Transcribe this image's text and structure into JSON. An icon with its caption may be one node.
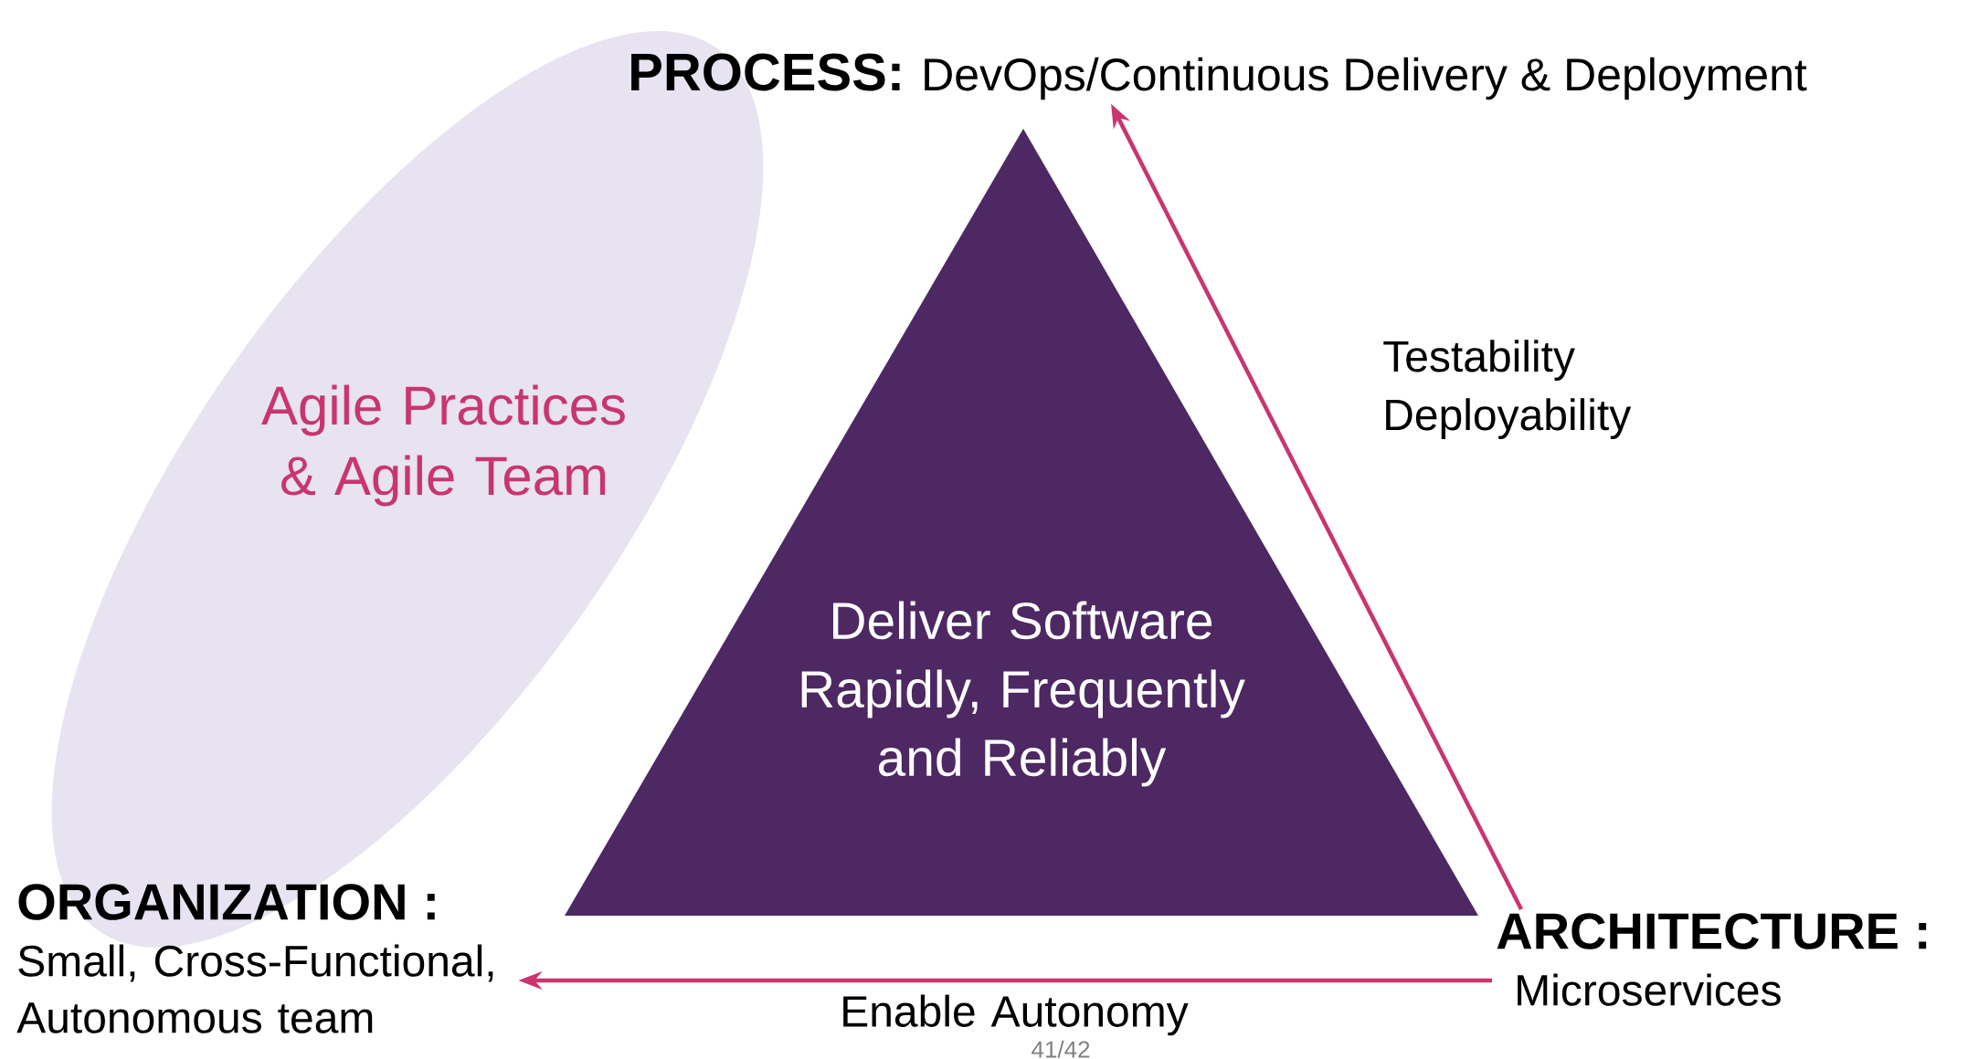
{
  "diagram": {
    "nodes": [
      {
        "text": [
          "PROCESS:",
          "DevOps/Continuous Delivery & Deployment"
        ]
      },
      {
        "text": [
          "Agile Practices & Agile Team"
        ]
      },
      {
        "text": [
          "Deliver Software Rapidly, Frequently and Reliably"
        ]
      },
      {
        "text": [
          "ORGANIZATION :",
          "Small, Cross-Functional, Autonomous team"
        ]
      },
      {
        "text": [
          "ARCHITECTURE :",
          "Microservices"
        ]
      }
    ],
    "edges": [
      {
        "from": 4,
        "to": 0,
        "arrow": "to",
        "label": "Testability Deployability"
      },
      {
        "from": 4,
        "to": 3,
        "arrow": "to",
        "label": "Enable Autonomy"
      }
    ],
    "labels": [
      "41/42"
    ]
  }
}
